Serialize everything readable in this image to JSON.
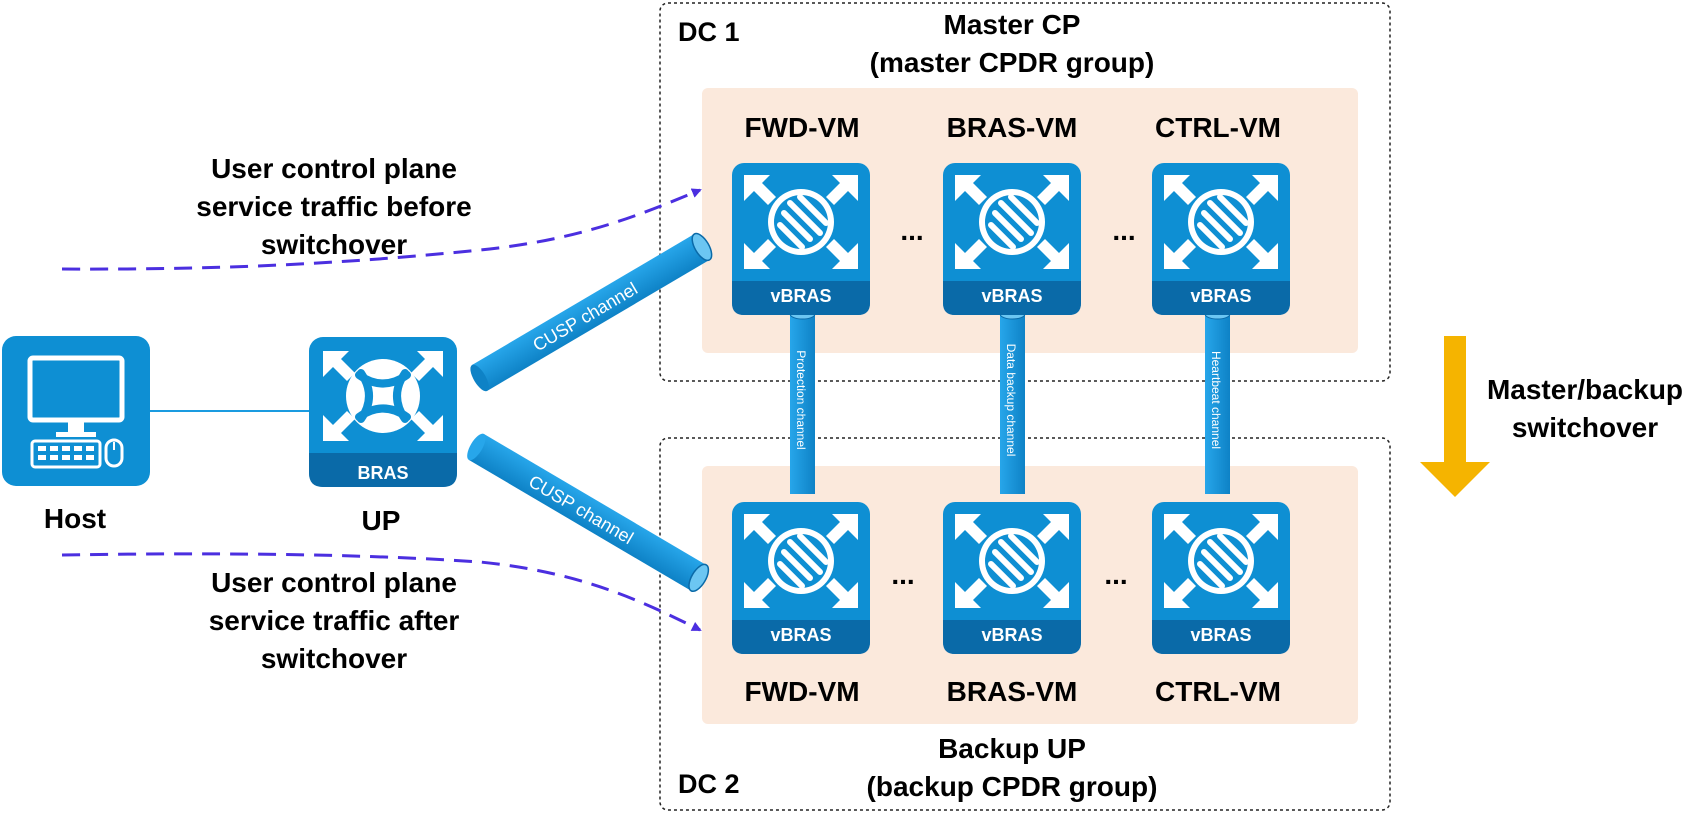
{
  "colors": {
    "accent": "#0e8fd3",
    "accent_dark": "#0a6aa8",
    "group_fill": "#fbe9dc",
    "traffic_arrow": "#4b2fe0",
    "switchover_arrow": "#f5b400",
    "line": "#1a9be0"
  },
  "dc1": {
    "label": "DC 1",
    "title": "Master CP",
    "subtitle": "(master CPDR group)",
    "vm_names": [
      "FWD-VM",
      "BRAS-VM",
      "CTRL-VM"
    ],
    "vm_caption": "vBRAS",
    "ellipsis": "..."
  },
  "dc2": {
    "label": "DC 2",
    "title": "Backup UP",
    "subtitle": "(backup CPDR group)",
    "vm_names": [
      "FWD-VM",
      "BRAS-VM",
      "CTRL-VM"
    ],
    "vm_caption": "vBRAS",
    "ellipsis": "..."
  },
  "channels": {
    "protection": "Protection channel",
    "data_backup": "Data backup channel",
    "heartbeat": "Heartbeat channel",
    "cusp_top": "CUSP channel",
    "cusp_bottom": "CUSP channel"
  },
  "host": {
    "label": "Host",
    "icon": "computer-icon"
  },
  "up": {
    "label": "UP",
    "caption": "BRAS",
    "icon": "bras-router-icon"
  },
  "traffic_before": [
    "User control plane",
    "service traffic before",
    "switchover"
  ],
  "traffic_after": [
    "User control plane",
    "service traffic after",
    "switchover"
  ],
  "switchover": [
    "Master/backup",
    "switchover"
  ]
}
